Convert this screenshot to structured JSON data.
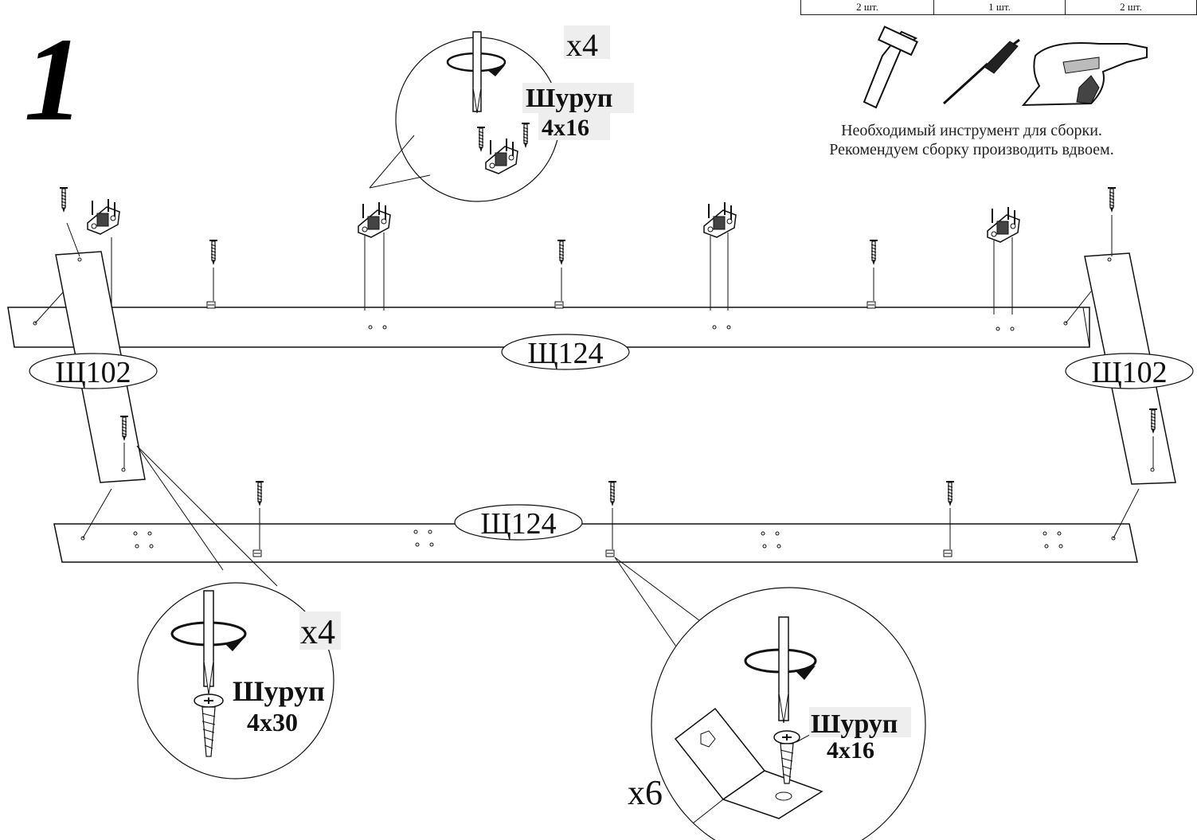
{
  "step": "1",
  "parts_table": {
    "cells": [
      "2 шт.",
      "1 шт.",
      "2 шт."
    ]
  },
  "tools": {
    "icons": [
      "hammer-icon",
      "screwdriver-icon",
      "drill-icon"
    ],
    "caption_line1": "Необходимый инструмент для сборки.",
    "caption_line2": "Рекомендуем сборку производить вдвоем."
  },
  "callouts": {
    "top": {
      "count": "x4",
      "screw": "Шуруп",
      "size": "4x16"
    },
    "bottom_left": {
      "count": "x4",
      "screw": "Шуруп",
      "size": "4x30"
    },
    "bottom_right": {
      "count": "x6",
      "screw": "Шуруп",
      "size": "4x16"
    }
  },
  "panels": {
    "top_long": "Щ124",
    "bottom_long": "Щ124",
    "left_side": "Щ102",
    "right_side": "Щ102"
  }
}
